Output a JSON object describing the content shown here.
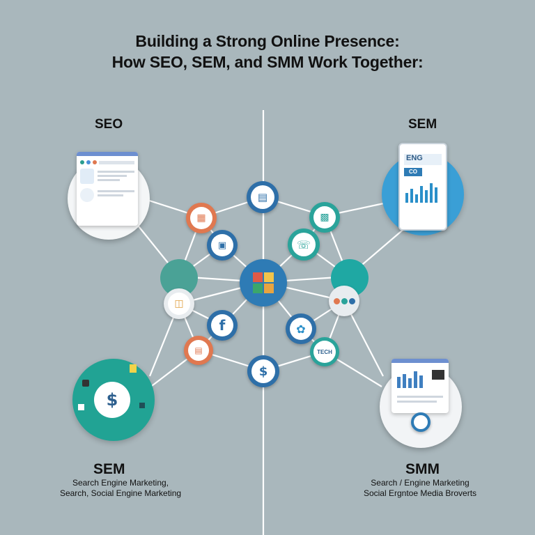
{
  "header": {
    "title_line1": "Building a Strong Online Presence:",
    "title_line2": "How SEO, SEM, and SMM Work Together:"
  },
  "labels": {
    "top_left": "SEO",
    "top_right": "SEM",
    "bottom_left": "SEM",
    "bottom_right": "SMM"
  },
  "bottom_left_desc": {
    "line1": "Search Engine Marketing,",
    "line2": "Search, Social Engine Marketing"
  },
  "bottom_right_desc": {
    "line1": "Search / Engine Marketing",
    "line2": "Social Ergntoe Media Broverts"
  },
  "icons": {
    "phone_text": "ENG",
    "phone_badge": "CO",
    "tech_badge": "TECH",
    "facebook": "f",
    "dollar": "$",
    "money": "$"
  },
  "colors": {
    "background": "#a9b7bc",
    "blue": "#2e7bb5",
    "teal": "#2aa39a",
    "orange": "#e07850",
    "navy": "#2d5f8e"
  }
}
